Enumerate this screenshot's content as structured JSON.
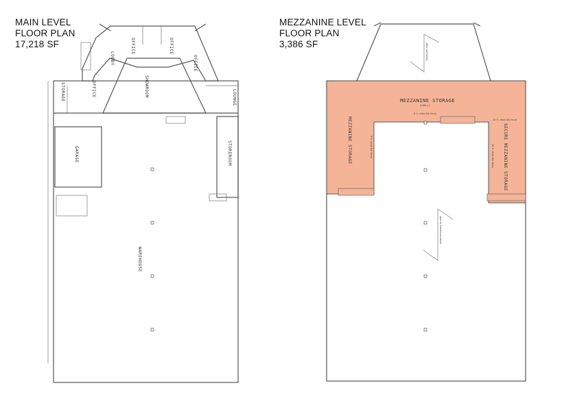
{
  "main": {
    "title_line1": "MAIN LEVEL",
    "title_line2": "FLOOR PLAN",
    "area": "17,218 SF",
    "rooms": {
      "office1": "OFFICE",
      "office2": "OFFICE",
      "office3": "OFFICE",
      "office4": "OFFICE",
      "lobby": "LOBBY",
      "showroom": "SHOWROOM",
      "storage": "STORAGE",
      "lounge": "LOUNGE",
      "garage": "GARAGE",
      "storeroom": "STOREROOM",
      "warehouse": "WAREHOUSE"
    }
  },
  "mezzanine": {
    "title_line1": "MEZZANINE LEVEL",
    "title_line2": "FLOOR PLAN",
    "area": "3,386 SF",
    "fill_color": "#f5b497",
    "rooms": {
      "storage_top": "MEZZANINE STORAGE",
      "storage_top_area": "3,386 s.f.",
      "storage_left": "MEZZANINE STORAGE",
      "secure_storage": "SECURE MEZZANINE STORAGE"
    },
    "notes": {
      "office_roof": "office roof below",
      "open_below": "open to warehouse below",
      "fence_8": "8' h. chain link fence",
      "fence_10": "10' h. chain link fence"
    }
  }
}
